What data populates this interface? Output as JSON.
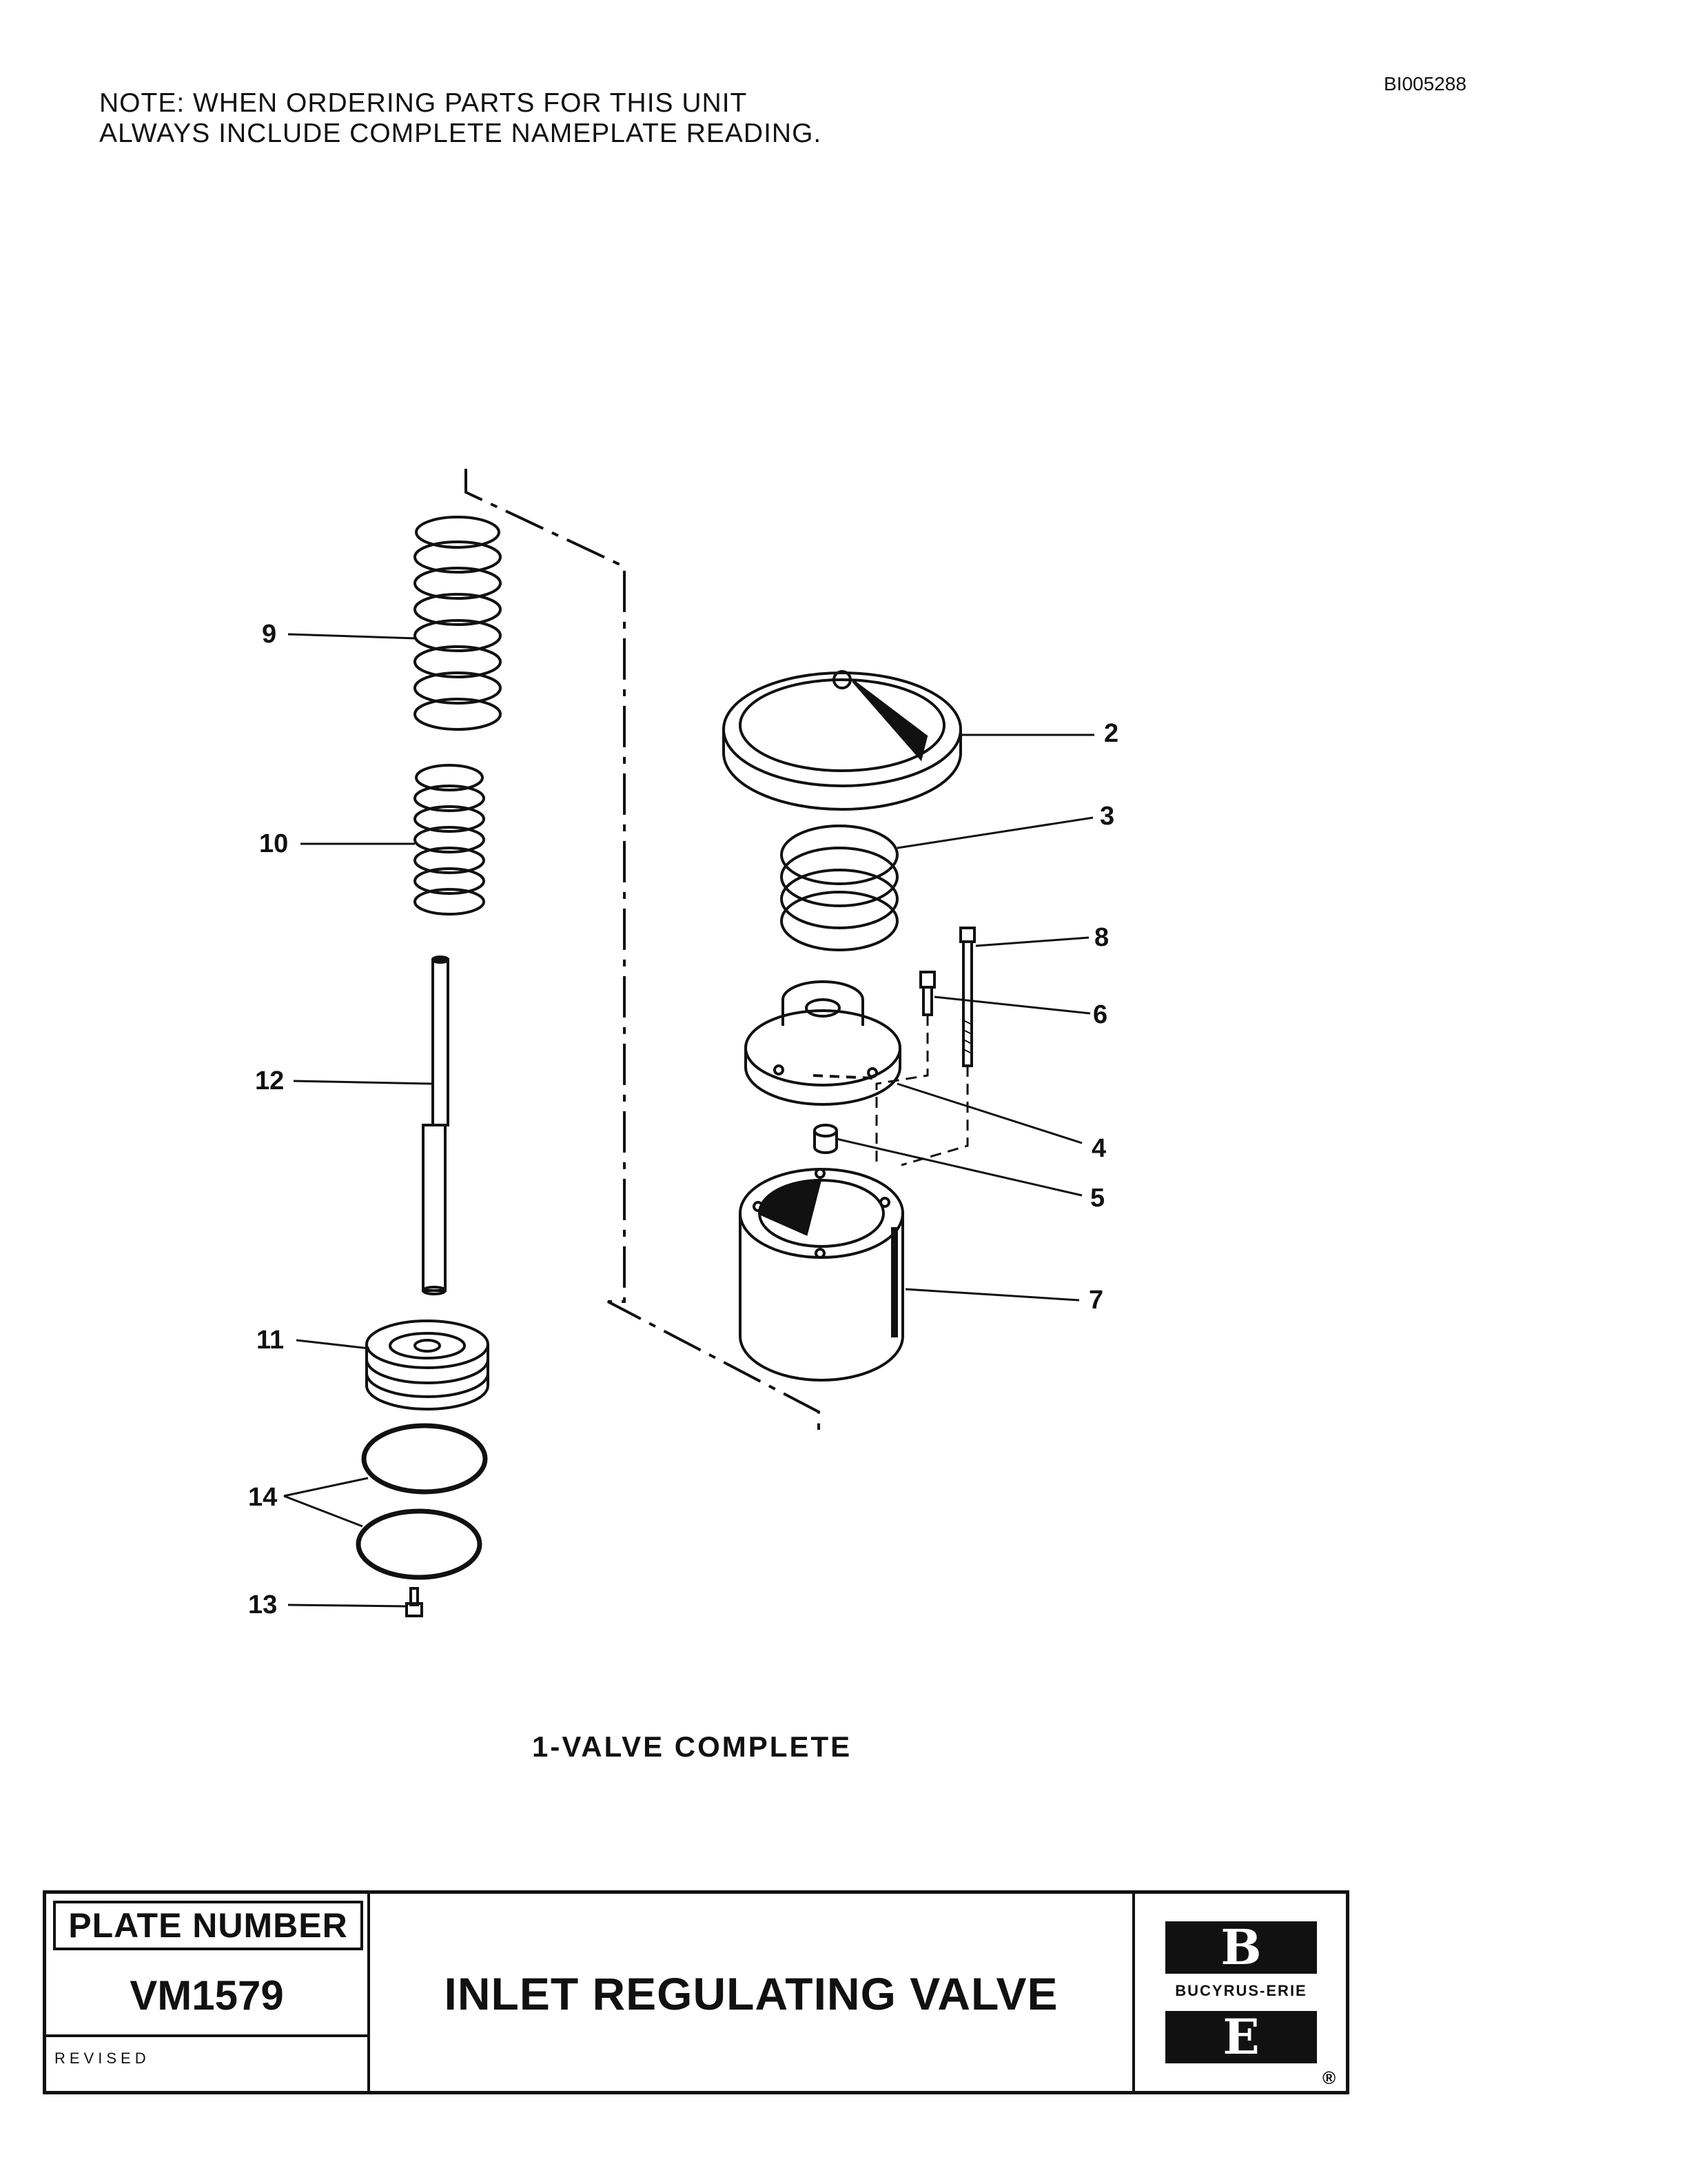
{
  "document_id": "BI005288",
  "note": {
    "line1": "NOTE:  WHEN ORDERING PARTS FOR THIS UNIT",
    "line2": "ALWAYS INCLUDE COMPLETE NAMEPLATE READING."
  },
  "callouts": [
    {
      "number": "9"
    },
    {
      "number": "10"
    },
    {
      "number": "12"
    },
    {
      "number": "11"
    },
    {
      "number": "14"
    },
    {
      "number": "13"
    },
    {
      "number": "2"
    },
    {
      "number": "3"
    },
    {
      "number": "8"
    },
    {
      "number": "6"
    },
    {
      "number": "4"
    },
    {
      "number": "5"
    },
    {
      "number": "7"
    }
  ],
  "caption": "1-VALVE COMPLETE",
  "title_block": {
    "plate_number_label": "PLATE NUMBER",
    "plate_number": "VM1579",
    "revised_label": "REVISED",
    "title": "INLET REGULATING VALVE",
    "logo_top": "B",
    "logo_name": "BUCYRUS-ERIE",
    "logo_bottom": "E",
    "registered_mark": "®"
  }
}
